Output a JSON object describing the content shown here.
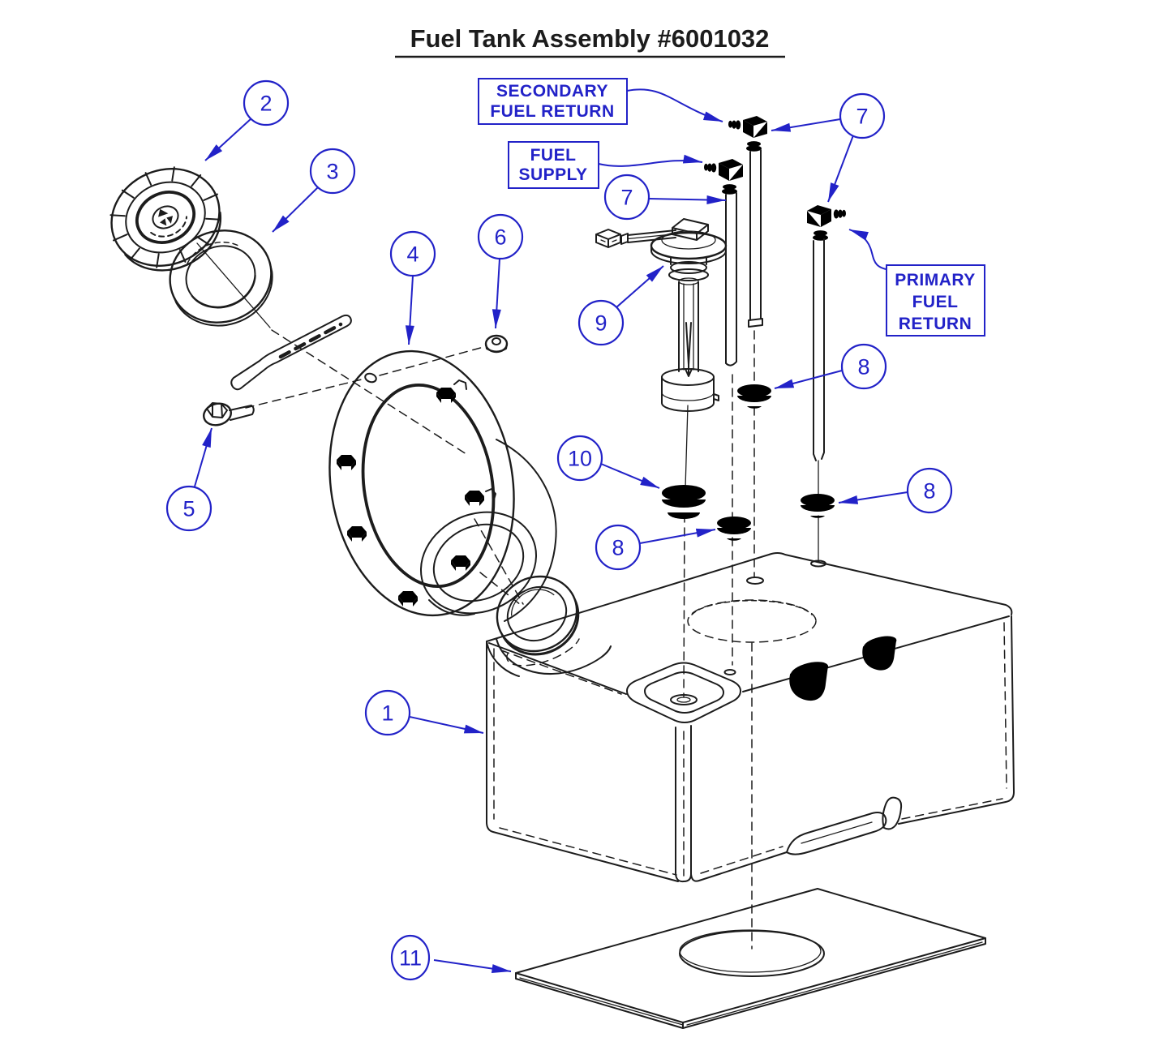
{
  "title": "Fuel Tank Assembly #6001032",
  "labels": {
    "secondary_return": {
      "line1": "SECONDARY",
      "line2": "FUEL RETURN"
    },
    "fuel_supply": {
      "line1": "FUEL",
      "line2": "SUPPLY"
    },
    "primary_return": {
      "line1": "PRIMARY",
      "line2": "FUEL",
      "line3": "RETURN"
    }
  },
  "callouts": [
    {
      "number": "2"
    },
    {
      "number": "3"
    },
    {
      "number": "4"
    },
    {
      "number": "6"
    },
    {
      "number": "7"
    },
    {
      "number": "7"
    },
    {
      "number": "9"
    },
    {
      "number": "8"
    },
    {
      "number": "10"
    },
    {
      "number": "8"
    },
    {
      "number": "8"
    },
    {
      "number": "5"
    },
    {
      "number": "1"
    },
    {
      "number": "11"
    }
  ],
  "colors": {
    "blue": "#2222c8",
    "line": "#1c1c1c",
    "bg": "#ffffff"
  }
}
